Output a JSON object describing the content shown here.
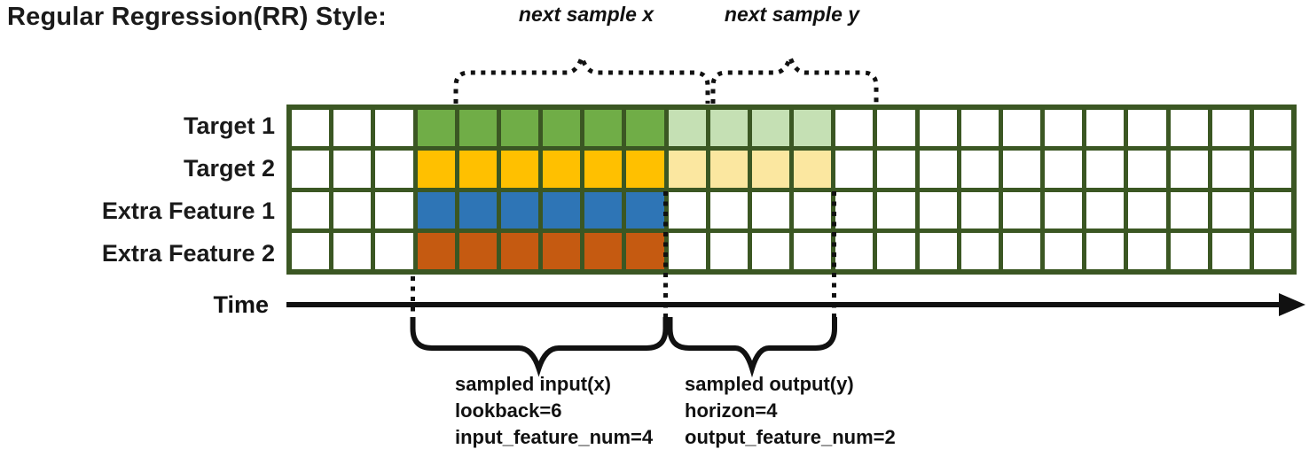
{
  "title": "Regular Regression(RR) Style:",
  "colors": {
    "grid_border": "#3B5723",
    "white": "#FFFFFF",
    "green": "#70AD47",
    "green_light": "#C5E0B4",
    "gold": "#FFC000",
    "gold_light": "#FBE7A0",
    "blue": "#2E75B6",
    "orange": "#C55A11",
    "line_black": "#111111"
  },
  "grid": {
    "columns": 24,
    "rows": [
      {
        "label": "Target 1",
        "segments": [
          {
            "color": "white",
            "count": 3
          },
          {
            "color": "green",
            "count": 6
          },
          {
            "color": "green_light",
            "count": 4
          },
          {
            "color": "white",
            "count": 11
          }
        ]
      },
      {
        "label": "Target 2",
        "segments": [
          {
            "color": "white",
            "count": 3
          },
          {
            "color": "gold",
            "count": 6
          },
          {
            "color": "gold_light",
            "count": 4
          },
          {
            "color": "white",
            "count": 11
          }
        ]
      },
      {
        "label": "Extra Feature 1",
        "segments": [
          {
            "color": "white",
            "count": 3
          },
          {
            "color": "blue",
            "count": 6
          },
          {
            "color": "white",
            "count": 15
          }
        ]
      },
      {
        "label": "Extra Feature 2",
        "segments": [
          {
            "color": "white",
            "count": 3
          },
          {
            "color": "orange",
            "count": 6
          },
          {
            "color": "white",
            "count": 15
          }
        ]
      }
    ]
  },
  "annotations": {
    "next_sample_x": "next sample x",
    "next_sample_y": "next sample y",
    "time_label": "Time",
    "input_lines": [
      "sampled input(x)",
      "lookback=6",
      "input_feature_num=4"
    ],
    "output_lines": [
      "sampled output(y)",
      "horizon=4",
      "output_feature_num=2"
    ]
  }
}
